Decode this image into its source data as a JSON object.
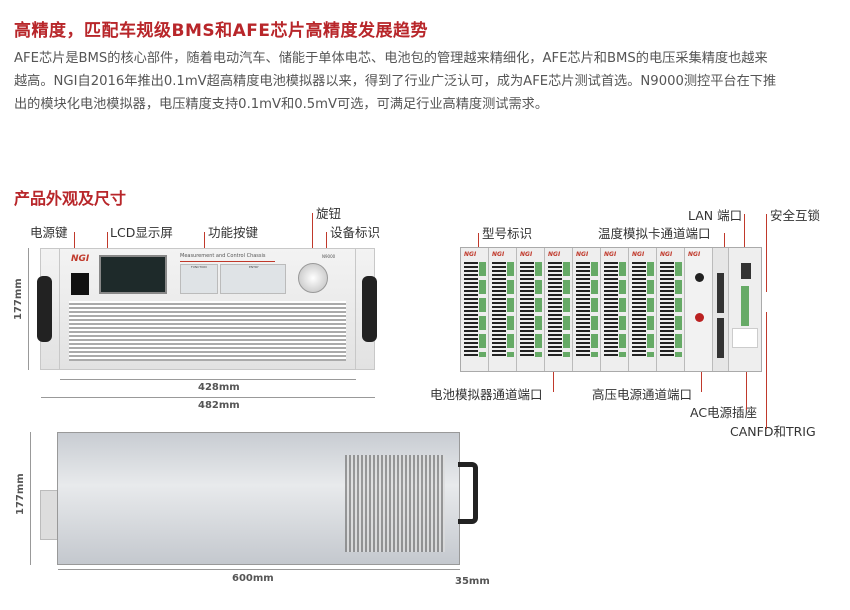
{
  "title": "高精度，匹配车规级BMS和AFE芯片高精度发展趋势",
  "paragraph": [
    "AFE芯片是BMS的核心部件，随着电动汽车、储能于单体电芯、电池包的管理越来精细化，AFE芯片和BMS的电压采集精度也越来",
    "越高。NGI自2016年推出0.1mV超高精度电池模拟器以来，得到了行业广泛认可，成为AFE芯片测试首选。N9000测控平台在下推",
    "出的模块化电池模拟器，电压精度支持0.1mV和0.5mV可选，可满足行业高精度测试需求。"
  ],
  "section_title": "产品外观及尺寸",
  "front": {
    "labels": {
      "power": "电源键",
      "lcd": "LCD显示屏",
      "keys": "功能按键",
      "knob": "旋钮",
      "device_id": "设备标识"
    },
    "logo": "NGI",
    "chassis_text": "Measurement and Control Chassis",
    "model": "N9000",
    "function": "FUNCTION",
    "entry": "ENTRY",
    "dim_height": "177mm",
    "dim_inner": "428mm",
    "dim_outer": "482mm"
  },
  "rear": {
    "labels": {
      "model_id": "型号标识",
      "lan": "LAN 端口",
      "interlock": "安全互锁",
      "temp": "温度模拟卡通道端口",
      "battery": "电池模拟器通道端口",
      "hv": "高压电源通道端口",
      "ac": "AC电源插座",
      "canfd": "CANFD和TRIG"
    },
    "slot_logo": "NGI"
  },
  "side": {
    "dim_height": "177mm",
    "dim_depth": "600mm",
    "dim_handle": "35mm"
  }
}
